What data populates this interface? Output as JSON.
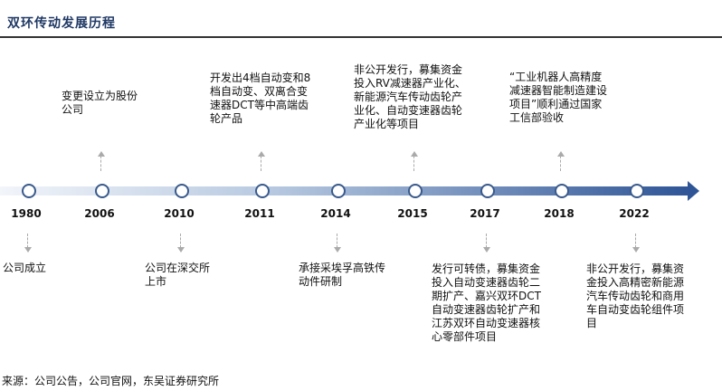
{
  "title": "双环传动发展历程",
  "events": [
    {
      "year": "1980",
      "text": "公司成立"
    },
    {
      "year": "2006",
      "text": "变更设立为股份公司"
    },
    {
      "year": "2010",
      "text": "公司在深交所上市"
    },
    {
      "year": "2011",
      "text": "开发出4档自动变和8档自动变、双离合变速器DCT等中高端齿轮产品"
    },
    {
      "year": "2014",
      "text": "承接采埃孚高铁传动件研制"
    },
    {
      "year": "2015",
      "text": "非公开发行，募集资金投入RV减速器产业化、新能源汽车传动齿轮产业化、自动变速器齿轮产业化等项目"
    },
    {
      "year": "2017",
      "text": "发行可转债，募集资金投入自动变速器齿轮二期扩产、嘉兴双环DCT自动变速器齿轮扩产和江苏双环自动变速器核心零部件项目"
    },
    {
      "year": "2018",
      "text": "“工业机器人高精度减速器智能制造建设项目”顺利通过国家工信部验收"
    },
    {
      "year": "2022",
      "text": "非公开发行，募集资金投入高精密新能源汽车传动齿轮和商用车自动变齿轮组件项目"
    }
  ],
  "source": "来源：公司公告，公司官网，东吴证券研究所"
}
